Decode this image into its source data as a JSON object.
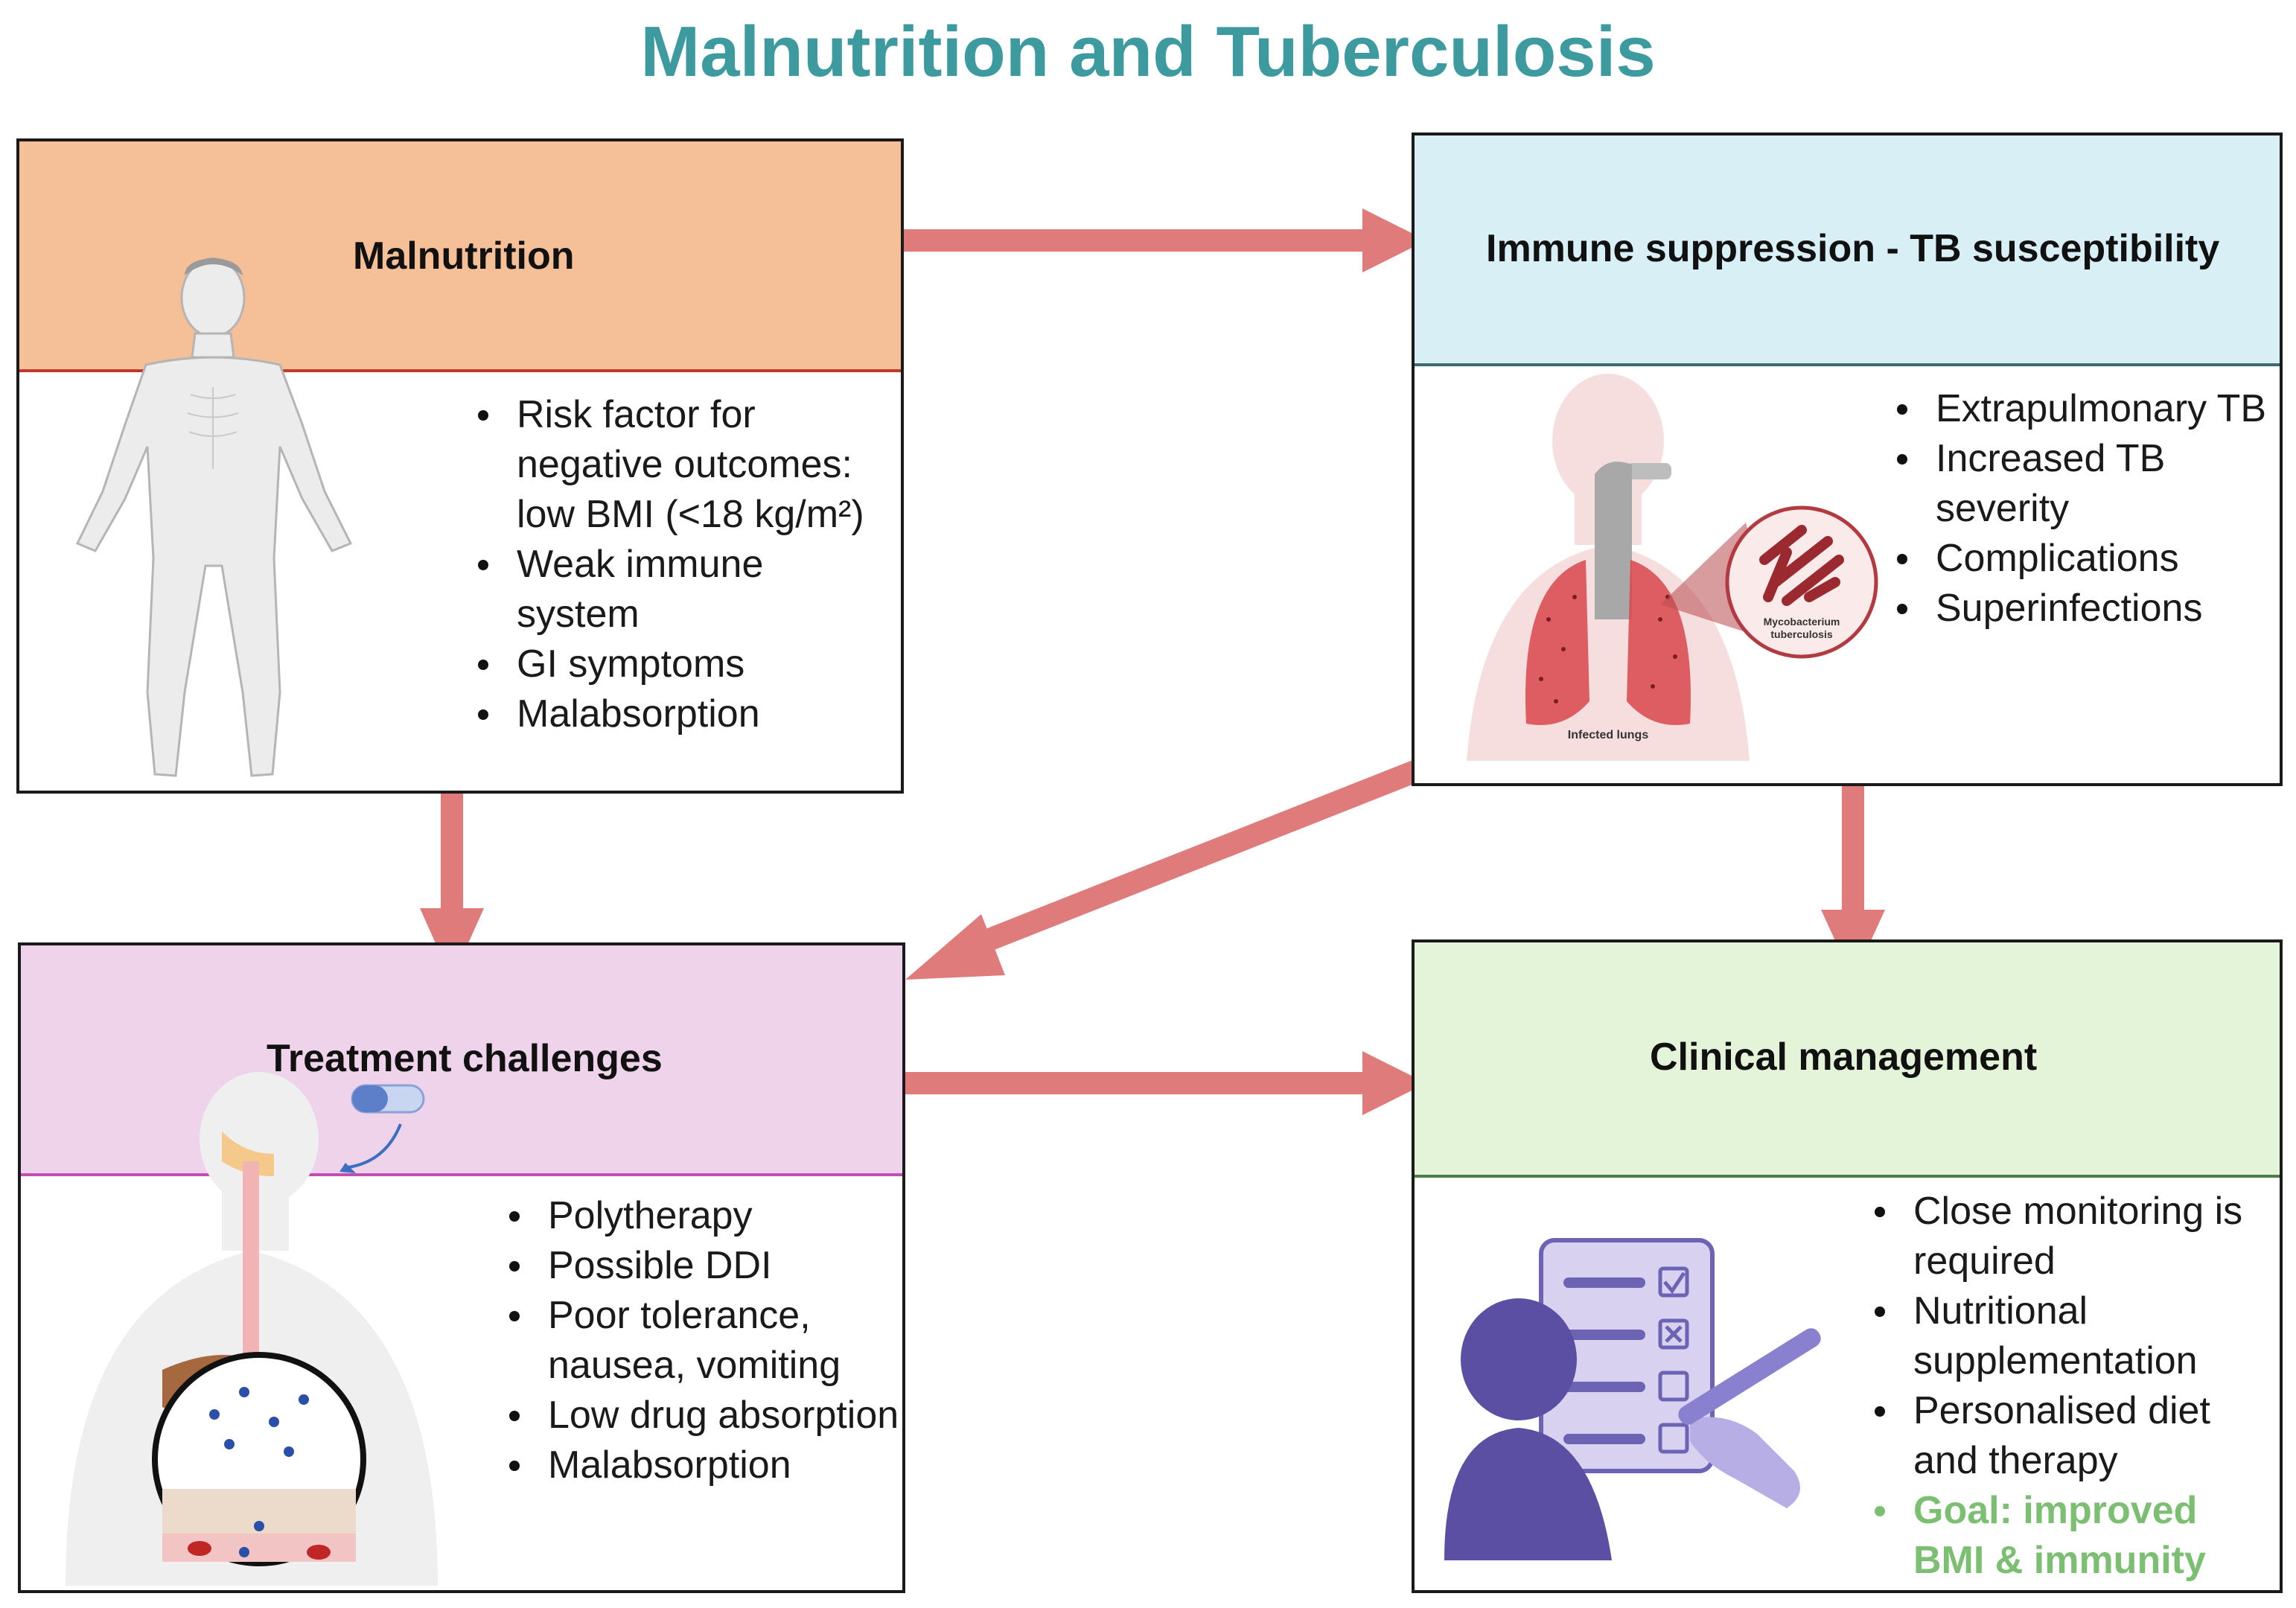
{
  "title": "Malnutrition and Tuberculosis",
  "colors": {
    "title": "#3d9a9f",
    "arrow": "#e07b7b",
    "malnutrition_header": "#f5c097",
    "immune_header": "#d9eff6",
    "treatment_header": "#efd3ea",
    "clinical_header": "#e3f4d8",
    "goal_text": "#7cbf73"
  },
  "panels": {
    "malnutrition": {
      "label": "Malnutrition",
      "bullets": [
        "Risk factor for negative outcomes: low BMI (<18 kg/m²)",
        "Weak immune system",
        "GI symptoms",
        "Malabsorption"
      ],
      "icon": "human-body-icon"
    },
    "immune": {
      "label": "Immune suppression - TB susceptibility",
      "bullets": [
        "Extrapulmonary TB",
        "Increased TB severity",
        "Complications",
        "Superinfections"
      ],
      "illustration_labels": {
        "lungs": "Infected lungs",
        "bacteria_line1": "Mycobacterium",
        "bacteria_line2": "tuberculosis"
      }
    },
    "treatment": {
      "label": "Treatment challenges",
      "bullets": [
        "Polytherapy",
        "Possible DDI",
        "Poor tolerance, nausea, vomiting",
        "Low drug absorption",
        "Malabsorption"
      ],
      "icon": "digestive-system-icon"
    },
    "clinical": {
      "label": "Clinical management",
      "bullets": [
        "Close monitoring is required",
        "Nutritional supplementation",
        "Personalised diet and therapy"
      ],
      "goal": "Goal: improved BMI & immunity",
      "icon": "clinician-checklist-icon"
    }
  }
}
